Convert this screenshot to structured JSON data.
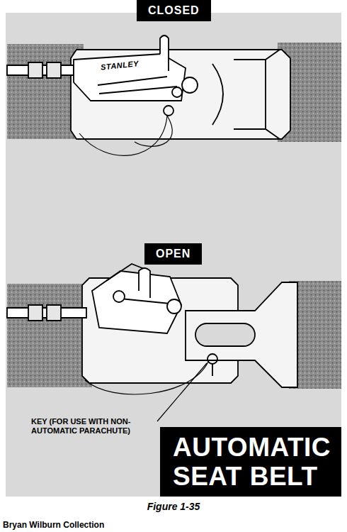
{
  "diagram": {
    "title": "AUTOMATIC SEAT BELT",
    "caption": "Figure 1-35",
    "nodes": [
      {
        "text": [
          "CLOSED"
        ]
      },
      {
        "text": [
          "OPEN"
        ]
      }
    ],
    "labels": [
      "STANLEY",
      "KEY (FOR USE WITH NON-AUTOMATIC PARACHUTE)",
      "Bryan Wilburn Collection"
    ]
  }
}
